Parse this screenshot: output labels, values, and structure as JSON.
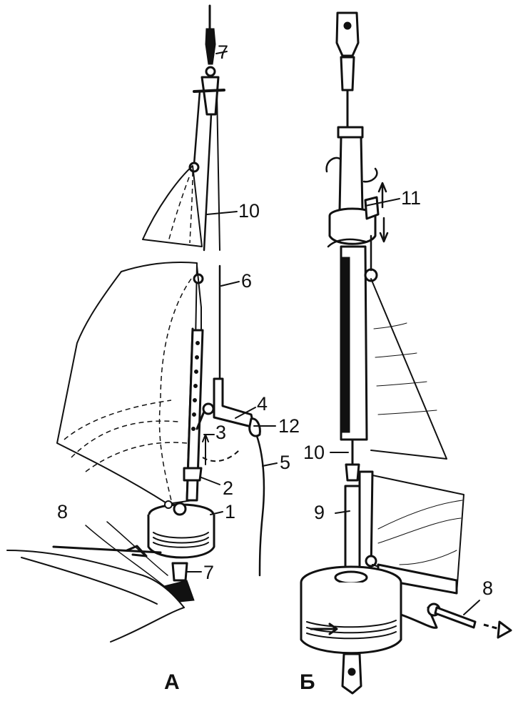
{
  "panels": [
    {
      "id": "A",
      "label": "А"
    },
    {
      "id": "B",
      "label": "Б"
    }
  ],
  "callouts_a": [
    "1",
    "2",
    "3",
    "4",
    "5",
    "6",
    "7",
    "7",
    "8",
    "10",
    "12"
  ],
  "callouts_b": [
    "8",
    "9",
    "10",
    "11"
  ],
  "colors": {
    "ink": "#111111",
    "paper": "#ffffff"
  }
}
